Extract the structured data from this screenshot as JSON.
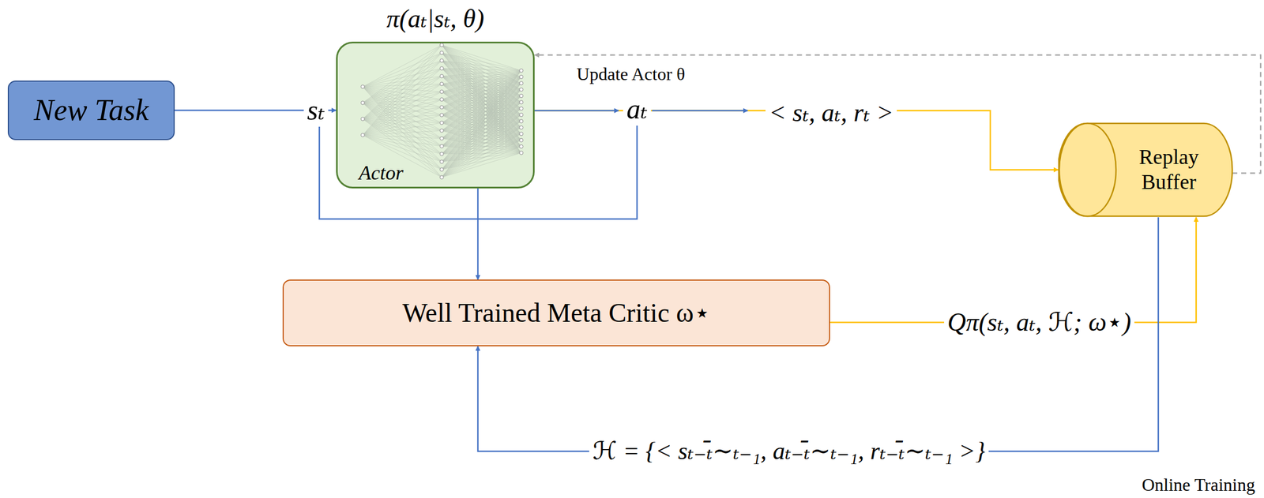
{
  "diagram": {
    "nodes": [
      {
        "text": [
          "New Task"
        ]
      },
      {
        "text": [
          "π(aₜ|sₜ, θ)",
          "Actor"
        ]
      },
      {
        "text": [
          "Replay Buffer"
        ]
      },
      {
        "text": [
          "Well Trained Meta Critic ω⋆"
        ]
      }
    ],
    "edges": [
      {
        "from": 0,
        "to": 1,
        "arrow": "to"
      },
      {
        "from": 1,
        "to": 2,
        "arrow": "to"
      },
      {
        "from": 1,
        "to": 3,
        "arrow": "to"
      },
      {
        "from": 3,
        "to": 2,
        "arrow": "to"
      },
      {
        "from": 2,
        "to": 3,
        "arrow": "to"
      },
      {
        "from": 2,
        "to": 1,
        "arrow": "to",
        "label": "Update Actor θ"
      }
    ],
    "labels": [
      "sₜ",
      "aₜ",
      "< sₜ, aₜ, rₜ >",
      "Qπ(sₜ, aₜ, ℋ; ω⋆)",
      "ℋ = {< sₜ₋ₜ̄∼ₜ₋₁, aₜ₋ₜ̄∼ₜ₋₁, rₜ₋ₜ̄∼ₜ₋₁ >}",
      "Online Training"
    ]
  }
}
